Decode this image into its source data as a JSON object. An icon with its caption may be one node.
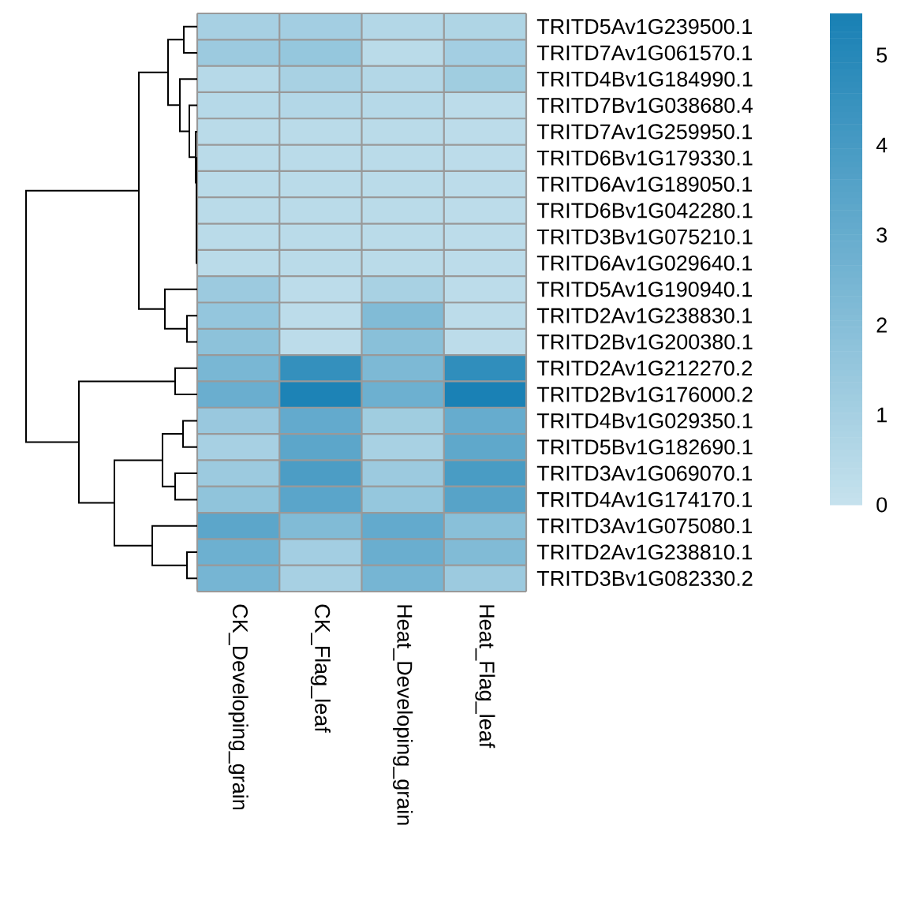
{
  "diagram": {
    "labels": [
      "TRITD5Av1G239500.1",
      "TRITD7Av1G061570.1",
      "TRITD4Bv1G184990.1",
      "TRITD7Bv1G038680.4",
      "TRITD7Av1G259950.1",
      "TRITD6Bv1G179330.1",
      "TRITD6Av1G189050.1",
      "TRITD6Bv1G042280.1",
      "TRITD3Bv1G075210.1",
      "TRITD6Av1G029640.1",
      "TRITD5Av1G190940.1",
      "TRITD2Av1G238830.1",
      "TRITD2Bv1G200380.1",
      "TRITD2Av1G212270.2",
      "TRITD2Bv1G176000.2",
      "TRITD4Bv1G029350.1",
      "TRITD5Bv1G182690.1",
      "TRITD3Av1G069070.1",
      "TRITD4Av1G174170.1",
      "TRITD3Av1G075080.1",
      "TRITD2Av1G238810.1",
      "TRITD3Bv1G082330.2",
      "CK_Developing_grain",
      "CK_Flag_leaf",
      "Heat_Developing_grain",
      "Heat_Flag_leaf",
      "5",
      "4",
      "3",
      "2",
      "1",
      "0"
    ]
  }
}
